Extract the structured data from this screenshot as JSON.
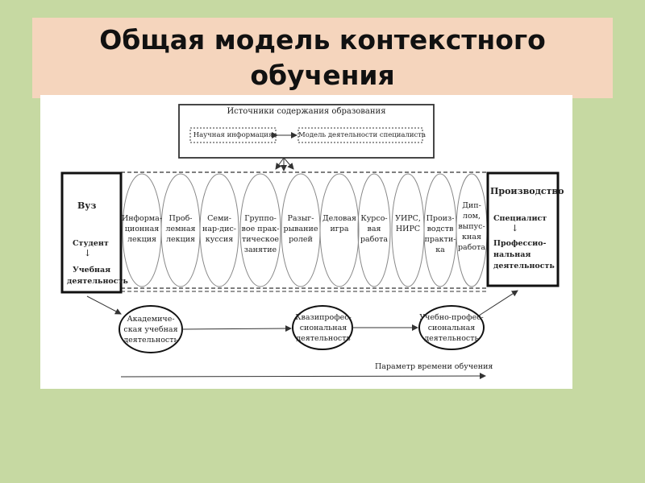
{
  "title": {
    "line1": "Общая модель контекстного",
    "line2": "обучения"
  },
  "sources": {
    "header": "Источники содержания образования",
    "left": "Научная информация",
    "right": "Модель деятельности специалиста"
  },
  "left_box": {
    "title": "Вуз",
    "role": "Студент",
    "arrow": "↓",
    "activity_line1": "Учебная",
    "activity_line2": "деятельность"
  },
  "right_box": {
    "title": "Производство",
    "role": "Специалист",
    "arrow": "↓",
    "activity_line1": "Профессио-",
    "activity_line2": "нальная",
    "activity_line3": "деятельность"
  },
  "forms": [
    [
      "Информа-",
      "ционная",
      "лекция"
    ],
    [
      "Проб-",
      "лемная",
      "лекция"
    ],
    [
      "Семи-",
      "нар-дис-",
      "куссия"
    ],
    [
      "Группо-",
      "вое прак-",
      "тическое",
      "занятие"
    ],
    [
      "Разыг-",
      "рывание",
      "ролей"
    ],
    [
      "Деловая",
      "игра"
    ],
    [
      "Курсо-",
      "вая",
      "работа"
    ],
    [
      "УИРС,",
      "НИРС"
    ],
    [
      "Произ-",
      "водств",
      "практи-",
      "ка"
    ],
    [
      "Дип-",
      "лом,",
      "выпус-",
      "кная",
      "работа"
    ]
  ],
  "stages": [
    [
      "Академиче-",
      "ская учебная",
      "деятельность"
    ],
    [
      "Квазипрофес-",
      "сиональная",
      "деятельность"
    ],
    [
      "Учебно-профес-",
      "сиональная",
      "деятельность"
    ]
  ],
  "time_axis": "Параметр времени обучения"
}
